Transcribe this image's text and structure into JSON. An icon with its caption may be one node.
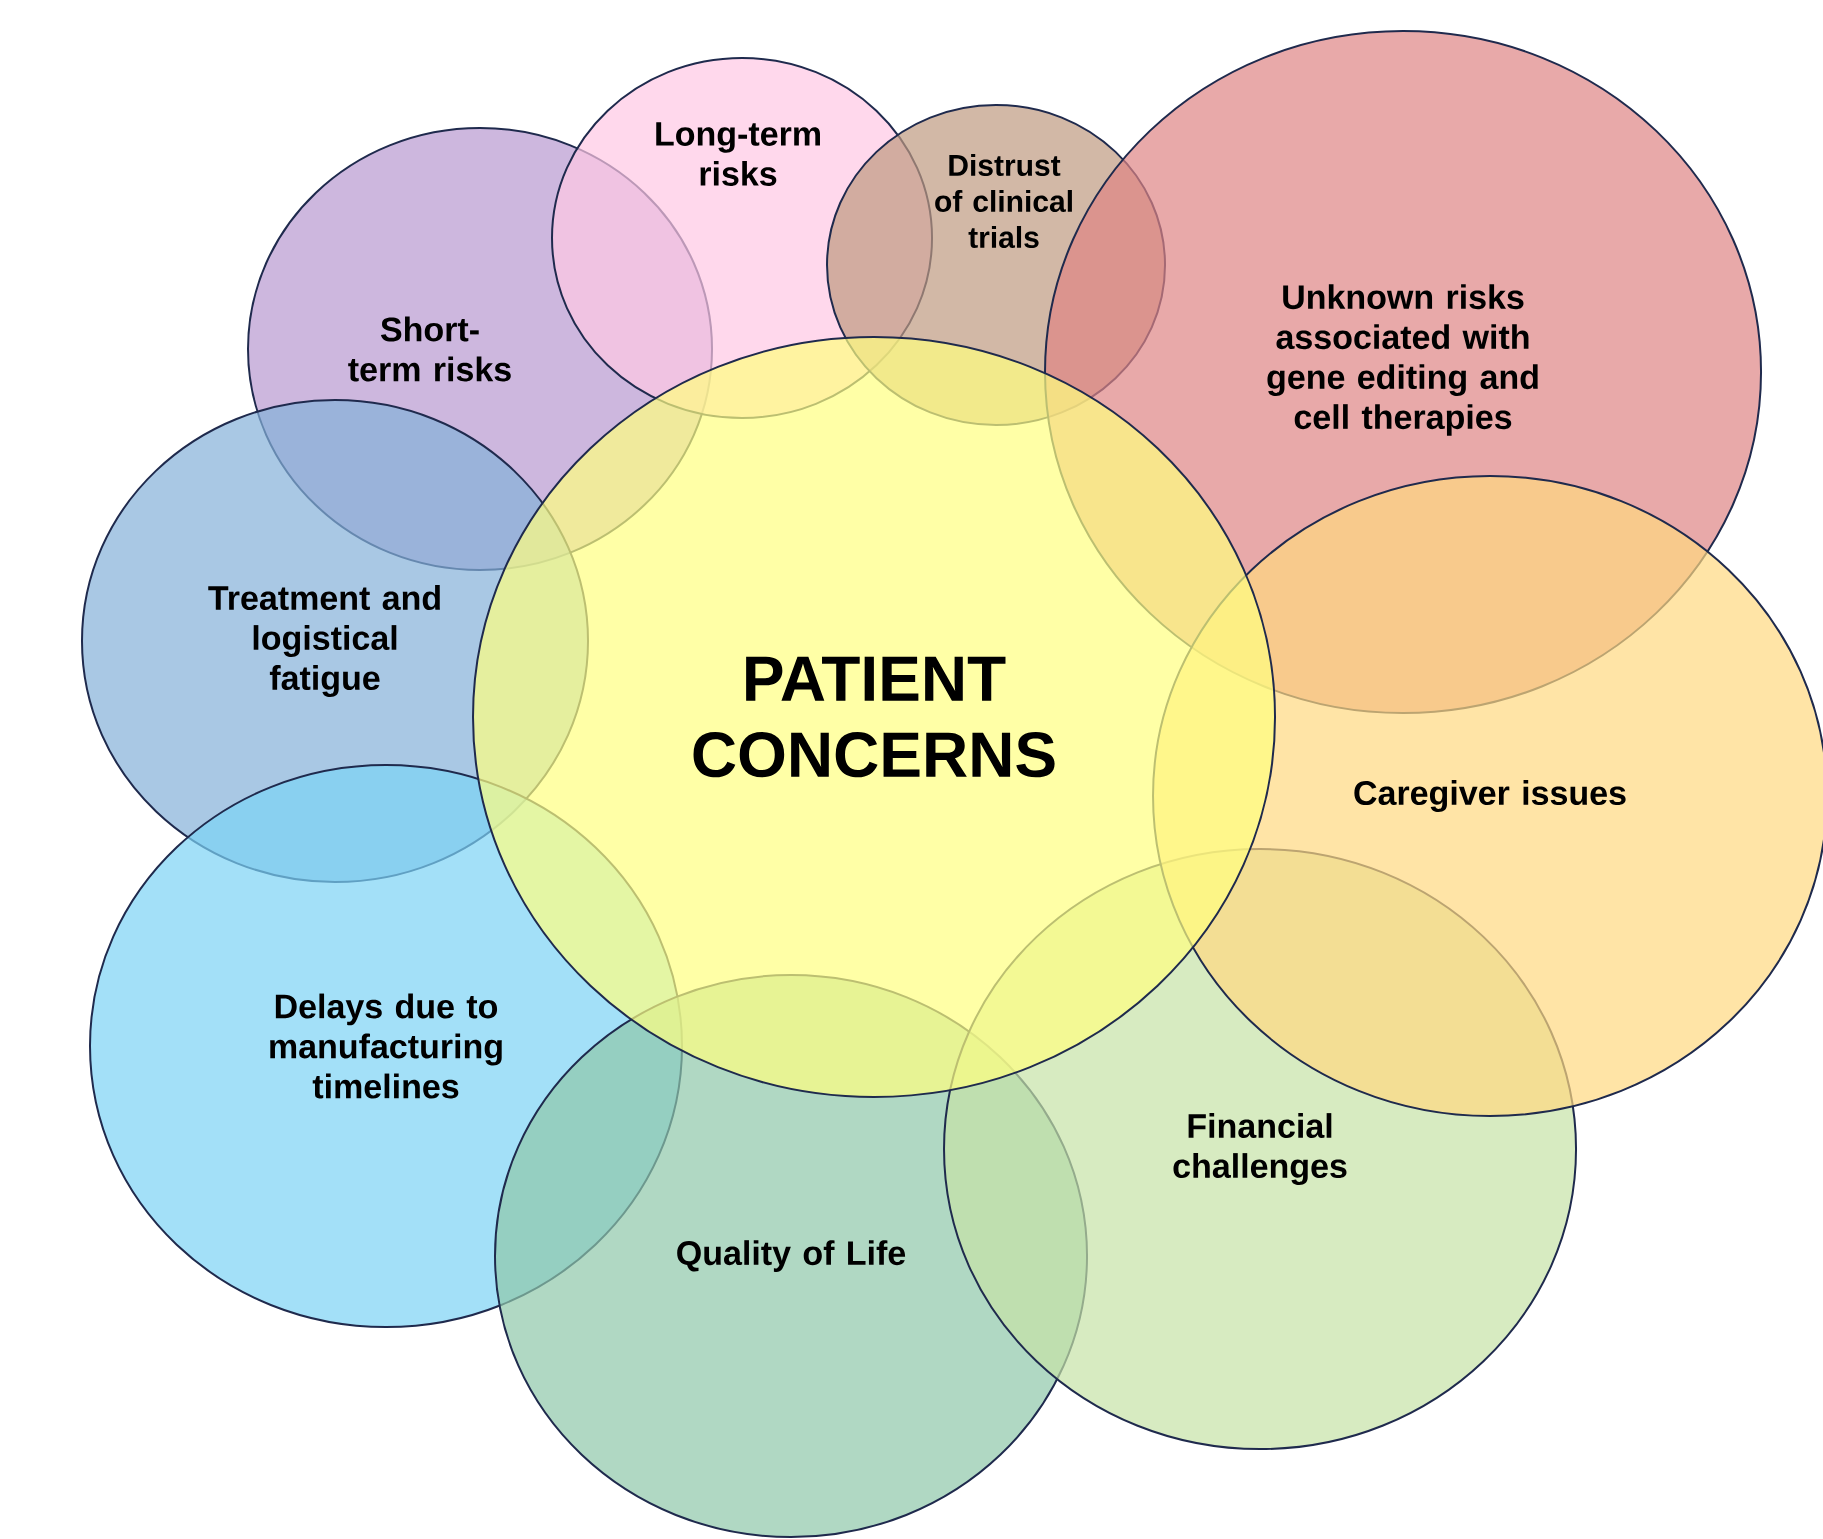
{
  "diagram": {
    "nodes": [
      {
        "text": [
          "Long-term risks"
        ]
      },
      {
        "text": [
          "Distrust of clinical trials"
        ]
      },
      {
        "text": [
          "Unknown risks associated with gene editing and cell therapies"
        ]
      },
      {
        "text": [
          "Short-term risks"
        ]
      },
      {
        "text": [
          "Treatment and logistical fatigue"
        ]
      },
      {
        "text": [
          "PATIENT CONCERNS"
        ]
      },
      {
        "text": [
          "Caregiver issues"
        ]
      },
      {
        "text": [
          "Delays due to manufacturing timelines"
        ]
      },
      {
        "text": [
          "Financial challenges"
        ]
      },
      {
        "text": [
          "Quality of Life"
        ]
      }
    ]
  }
}
